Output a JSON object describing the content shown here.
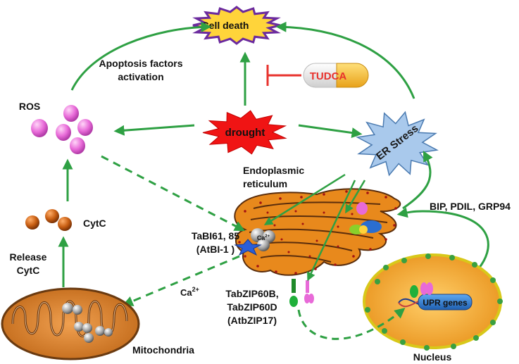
{
  "labels": {
    "cell_death": "Cell death",
    "apoptosis_1": "Apoptosis factors",
    "apoptosis_2": "activation",
    "tudca": "TUDCA",
    "ros": "ROS",
    "drought": "drought",
    "er_stress": "ER Stress",
    "er_1": "Endoplasmic",
    "er_2": "reticulum",
    "bip": "BIP, PDIL, GRP94",
    "cytc": "CytC",
    "release_1": "Release",
    "release_2": "CytC",
    "tabi_1": "TaBI61, 85",
    "tabi_2": "(AtBI-1 )",
    "ca_base": "Ca",
    "ca_sup": "2+",
    "ion": "Ca",
    "ion_sup": "2+",
    "tabzip_1": "TabZIP60B,",
    "tabzip_2": "TabZIP60D",
    "tabzip_3": "(AtbZIP17)",
    "upr": "UPR genes",
    "nucleus": "Nucleus",
    "mito": "Mitochondria"
  },
  "colors": {
    "arrow_green": "#2ea043",
    "inhibit_red": "#e8322d",
    "er_orange": "#e8891c",
    "er_outline": "#5a2d0c",
    "nucleus_fill": "#f2a11e",
    "nucleus_outline": "#d8c81a",
    "ros_pink": "#e86ad8",
    "cytc_brown": "#c05a10",
    "er_stress_blue": "#a9c9ec",
    "drought_red": "#f01414",
    "cell_death_yellow": "#ffd43a",
    "cell_death_outline": "#6b2a9e"
  }
}
